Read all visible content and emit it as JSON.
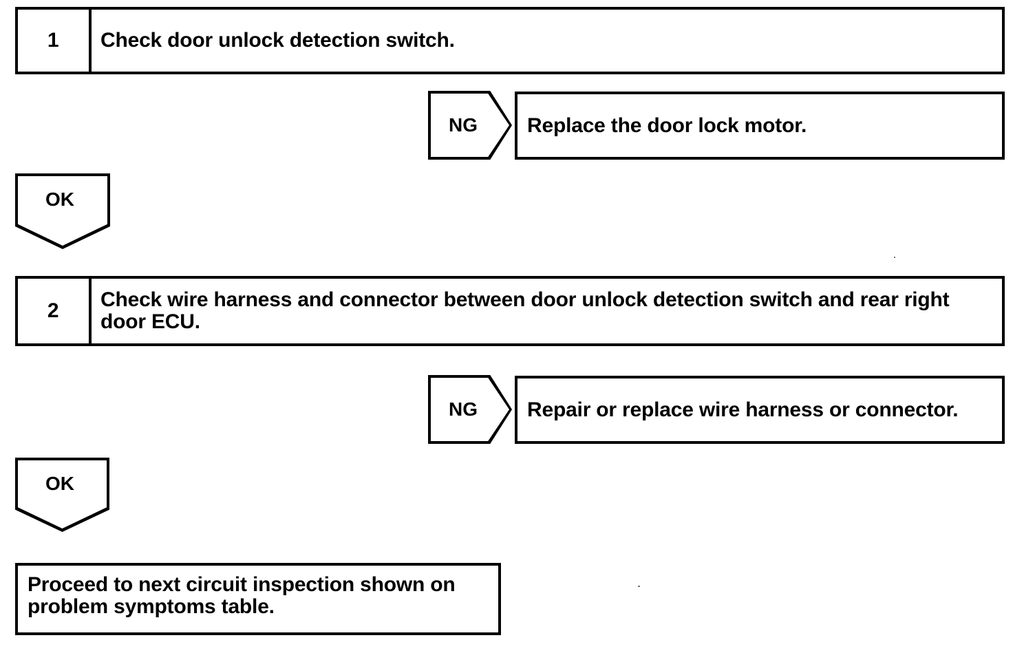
{
  "document": {
    "type": "troubleshooting-flowchart",
    "background_color": "#ffffff",
    "line_color": "#000000"
  },
  "steps": [
    {
      "number": "1",
      "text": "Check door unlock detection switch.",
      "ng": {
        "label": "NG",
        "result": "Replace the door lock motor."
      },
      "ok": {
        "label": "OK"
      }
    },
    {
      "number": "2",
      "text": "Check wire harness and connector between door unlock detection switch and rear right door ECU.",
      "ng": {
        "label": "NG",
        "result": "Repair or replace wire harness or connector."
      },
      "ok": {
        "label": "OK"
      }
    }
  ],
  "final": {
    "text": "Proceed to next circuit inspection shown on problem symptoms table."
  }
}
